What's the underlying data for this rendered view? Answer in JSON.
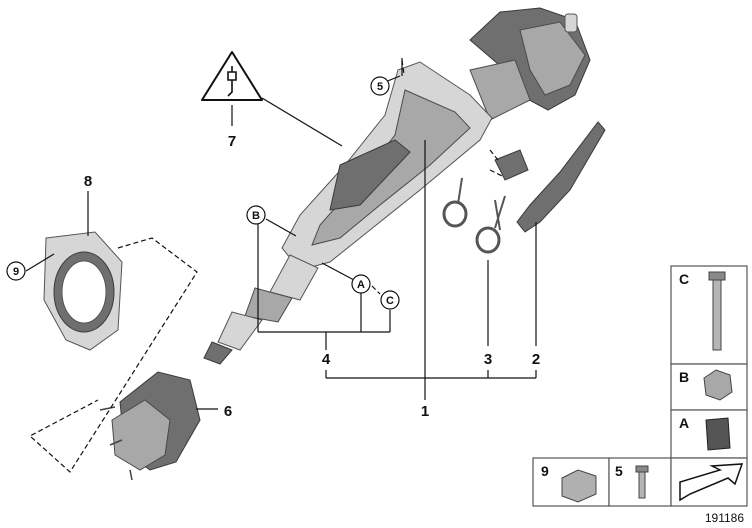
{
  "callouts": {
    "c1": "1",
    "c2": "2",
    "c3": "3",
    "c4": "4",
    "c5": "5",
    "c6": "6",
    "c7": "7",
    "c8": "8",
    "c9": "9",
    "cA": "A",
    "cB": "B",
    "cC": "C"
  },
  "legend": {
    "C": "C",
    "B": "B",
    "A": "A",
    "n9": "9",
    "n5": "5"
  },
  "reference_number": "191186",
  "colors": {
    "line": "#111111",
    "part_dark": "#6f6f6f",
    "part_mid": "#a8a8a8",
    "part_light": "#d6d6d6"
  },
  "icons": [
    "electrical-warning-icon",
    "navigation-arrow-icon"
  ]
}
